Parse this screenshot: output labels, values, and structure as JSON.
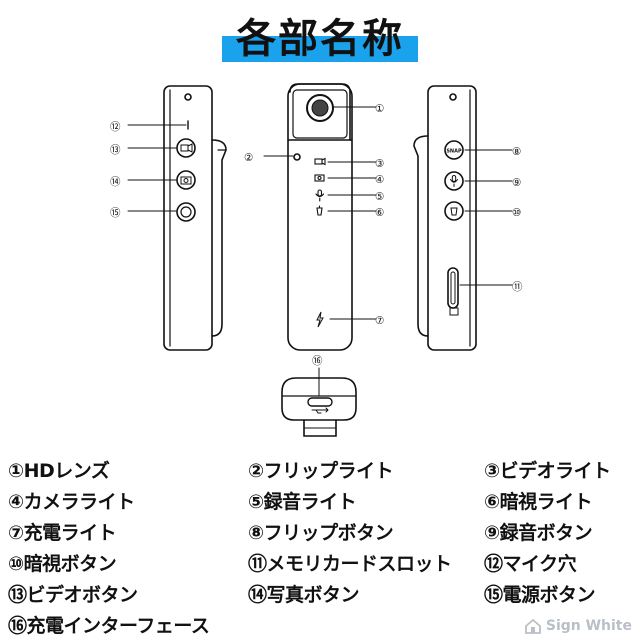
{
  "title": "各部名称",
  "callouts": {
    "c1": "①",
    "c2": "②",
    "c3": "③",
    "c4": "④",
    "c5": "⑤",
    "c6": "⑥",
    "c7": "⑦",
    "c8": "⑧",
    "c9": "⑨",
    "c10": "⑩",
    "c11": "⑪",
    "c12": "⑫",
    "c13": "⑬",
    "c14": "⑭",
    "c15": "⑮",
    "c16": "⑯"
  },
  "device_labels": {
    "snap": "SNAP"
  },
  "legend": [
    {
      "label": "①HDレンズ"
    },
    {
      "label": "②フリップライト"
    },
    {
      "label": "③ビデオライト"
    },
    {
      "label": "④カメラライト"
    },
    {
      "label": "⑤録音ライト"
    },
    {
      "label": "⑥暗視ライト"
    },
    {
      "label": "⑦充電ライト"
    },
    {
      "label": "⑧フリップボタン"
    },
    {
      "label": "⑨録音ボタン"
    },
    {
      "label": "⑩暗視ボタン"
    },
    {
      "label": "⑪メモリカードスロット"
    },
    {
      "label": "⑫マイク穴"
    },
    {
      "label": "⑬ビデオボタン"
    },
    {
      "label": "⑭写真ボタン"
    },
    {
      "label": "⑮電源ボタン"
    },
    {
      "label": "⑯充電インターフェース"
    }
  ],
  "watermark": "Sign White",
  "colors": {
    "accent": "#1aa2ec",
    "line": "#111111",
    "watermark": "#b9bfc6"
  }
}
